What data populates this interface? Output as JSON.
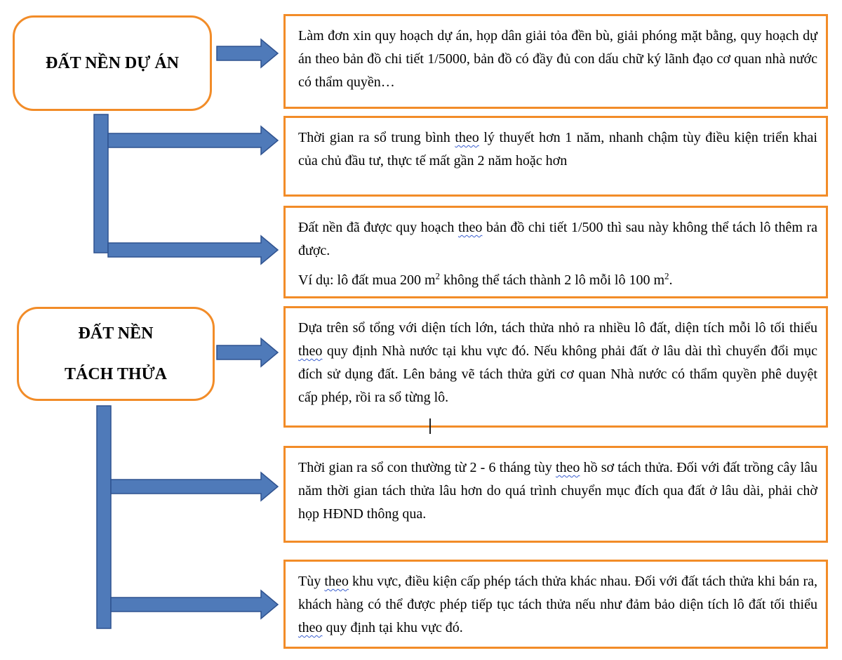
{
  "colors": {
    "box_border": "#f28c28",
    "arrow_fill": "#4f7ab9",
    "arrow_stroke": "#2f528f"
  },
  "groups": [
    {
      "label_lines": [
        "ĐẤT NỀN DỰ ÁN"
      ],
      "boxes": [
        {
          "paragraphs": [
            [
              "Làm đơn xin quy hoạch dự án, họp dân giải tỏa đền bù, giải phóng mặt bằng, quy hoạch dự án theo bản đồ chi tiết 1/5000, bản đồ có đầy đủ con dấu chữ ký lãnh đạo cơ quan nhà nước có thẩm quyền…"
            ]
          ]
        },
        {
          "paragraphs": [
            [
              "Thời gian ra sổ trung bình ",
              "theo",
              " lý thuyết hơn 1 năm, nhanh chậm tùy điều kiện triển khai của chủ đầu tư, thực tế mất gần 2 năm hoặc hơn"
            ]
          ]
        },
        {
          "paragraphs": [
            [
              "Đất nền đã được quy hoạch ",
              "theo",
              " bản đồ chi tiết 1/500 thì sau này không thể tách lô thêm ra được."
            ],
            [
              "Ví dụ: lô đất mua 200 m",
              "2",
              " không thể tách thành 2 lô mỗi lô 100 m",
              "2",
              "."
            ]
          ]
        }
      ]
    },
    {
      "label_lines": [
        "ĐẤT NỀN",
        "TÁCH THỬA"
      ],
      "boxes": [
        {
          "paragraphs": [
            [
              "Dựa trên sổ tổng với diện tích lớn, tách thửa nhỏ ra nhiều lô đất, diện tích mỗi lô tối thiểu ",
              "theo",
              " quy định Nhà nước tại khu vực đó. Nếu không phải đất ở lâu dài thì chuyển đổi mục đích sử dụng đất. Lên bảng vẽ tách thửa gửi cơ quan Nhà nước có thẩm quyền phê duyệt cấp phép, rồi ra sổ từng lô."
            ]
          ]
        },
        {
          "paragraphs": [
            [
              "Thời gian ra sổ con thường từ 2 - 6 tháng tùy ",
              "theo",
              " hồ sơ tách thửa. Đối với đất trồng cây lâu năm thời gian tách thửa lâu hơn do quá trình chuyển mục đích qua đất ở lâu dài, phải chờ họp HĐND thông qua."
            ]
          ]
        },
        {
          "paragraphs": [
            [
              "Tùy ",
              "theo",
              " khu vực, điều kiện cấp phép tách thửa khác nhau. Đối với đất tách thửa khi bán ra, khách hàng có thể được phép tiếp tục tách thửa nếu như đảm bảo diện tích lô đất tối thiểu ",
              "theo",
              " quy định tại khu vực đó."
            ]
          ]
        }
      ]
    }
  ]
}
